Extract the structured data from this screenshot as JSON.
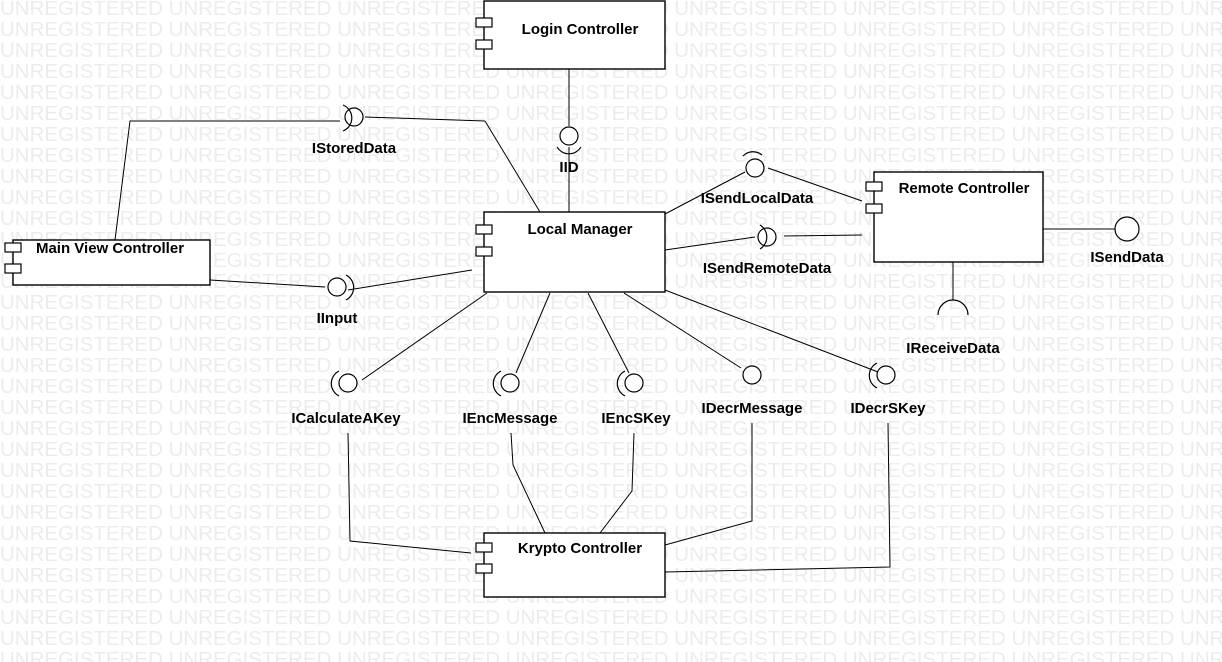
{
  "watermark": {
    "text": "UNREGISTERED"
  },
  "components": {
    "login_controller": "Login Controller",
    "local_manager": "Local Manager",
    "main_view_controller": "Main View Controller",
    "remote_controller": "Remote Controller",
    "krypto_controller": "Krypto Controller"
  },
  "interfaces": {
    "istored_data": "IStoredData",
    "iid": "IID",
    "isend_local_data": "ISendLocalData",
    "isend_remote_data": "ISendRemoteData",
    "isend_data": "ISendData",
    "ireceive_data": "IReceiveData",
    "iinput": "IInput",
    "icalculate_akey": "ICalculateAKey",
    "ienc_message": "IEncMessage",
    "ienc_skey": "IEncSKey",
    "idecr_message": "IDecrMessage",
    "idecr_skey": "IDecrSKey"
  }
}
